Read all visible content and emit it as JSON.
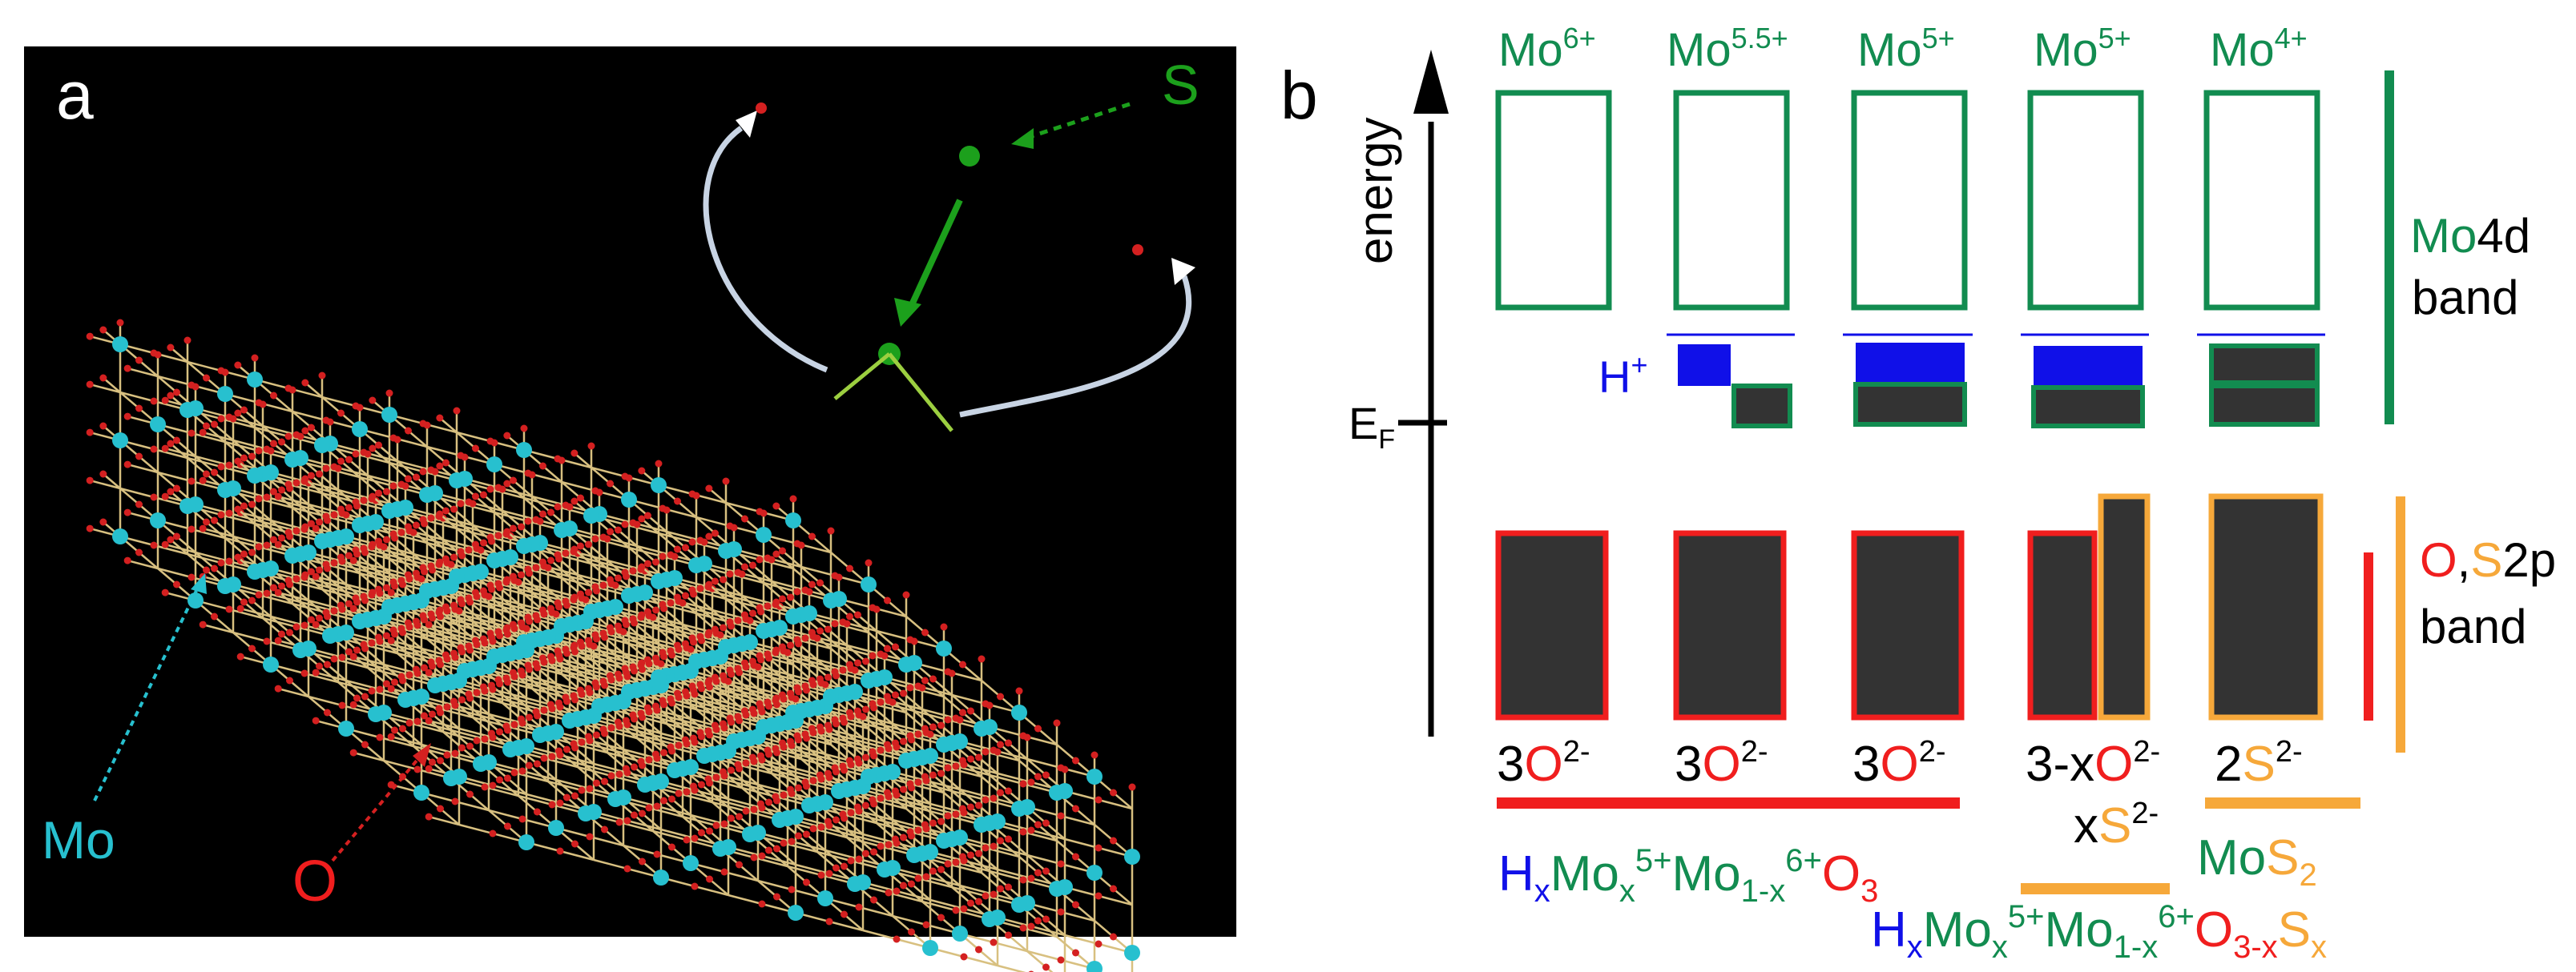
{
  "colors": {
    "green": "#128c50",
    "blue": "#1010e8",
    "red": "#f01e1e",
    "orange": "#f6a83a",
    "fill_dark": "#333333",
    "cyan": "#27c0cf",
    "crystal_bg": "#000000",
    "bond": "#d8c080",
    "oxygen_atom": "#d42020",
    "sulfur_atom": "#1ca01c",
    "arrow_white": "#d6e2ee"
  },
  "panel_a": {
    "label": "a",
    "mo_label": "Mo",
    "o_label": "O",
    "s_label": "S"
  },
  "panel_b": {
    "label": "b",
    "energy_axis_label": "energy",
    "fermi_symbol": "E",
    "fermi_sub": "F",
    "h_plus_symbol": "H",
    "h_plus_sup": "+",
    "columns": [
      {
        "ion": "Mo",
        "charge": "6+",
        "anion_coeff": "3",
        "anion": "O",
        "anion_charge": "2-"
      },
      {
        "ion": "Mo",
        "charge": "5.5+",
        "anion_coeff": "3",
        "anion": "O",
        "anion_charge": "2-"
      },
      {
        "ion": "Mo",
        "charge": "5+",
        "anion_coeff": "3",
        "anion": "O",
        "anion_charge": "2-"
      },
      {
        "ion": "Mo",
        "charge": "5+",
        "anion_coeff": "3-x",
        "anion": "O",
        "anion_charge": "2-"
      },
      {
        "ion": "Mo",
        "charge": "4+",
        "anion_coeff": "2",
        "anion": "S",
        "anion_charge": "2-"
      }
    ],
    "col4_second": {
      "coeff": "x",
      "anion": "S",
      "charge": "2-"
    },
    "mo4d_band": {
      "element": "Mo",
      "orbital": "4d",
      "word": "band"
    },
    "os2p_band": {
      "o": "O",
      "comma": ",",
      "s": "S",
      "orbital": "2p",
      "word": "band"
    },
    "formula_oxide": [
      "H",
      "x",
      "Mo",
      "x",
      "5+",
      "Mo",
      "1-x",
      "6+",
      "O",
      "3"
    ],
    "formula_mos2": [
      "Mo",
      "S",
      "2"
    ],
    "formula_oxysulfide": [
      "H",
      "x",
      "Mo",
      "x",
      "5+",
      "Mo",
      "1-x",
      "6+",
      "O",
      "3-x",
      "S",
      "x"
    ]
  }
}
